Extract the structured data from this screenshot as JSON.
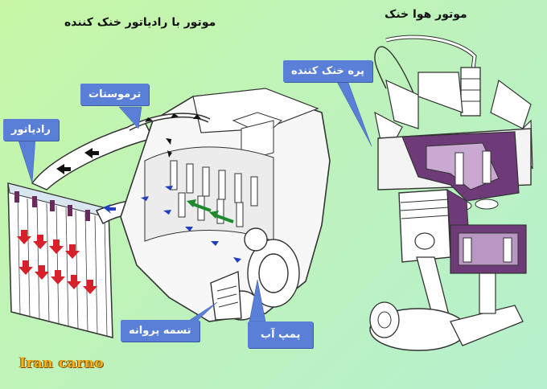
{
  "titles": {
    "water_cooled": "موتور با رادیاتور خنک کننده",
    "air_cooled": "موتور هوا خنک"
  },
  "callouts": {
    "thermostat": "ترموستات",
    "radiator": "رادیاتور",
    "cooling_fins": "پره خنک کننده",
    "fan_belt": "تسمه پروانه",
    "water_pump": "پمپ آب"
  },
  "logo": "Iran carno",
  "colors": {
    "callout": "#5a7fd6",
    "hot_arrow": "#d6202a",
    "coolant_arrow": "#1f3fbf",
    "flow_arrow": "#1e8a2e",
    "air_engine_purple": "#6e3a78",
    "logo": "#f4b21b"
  }
}
